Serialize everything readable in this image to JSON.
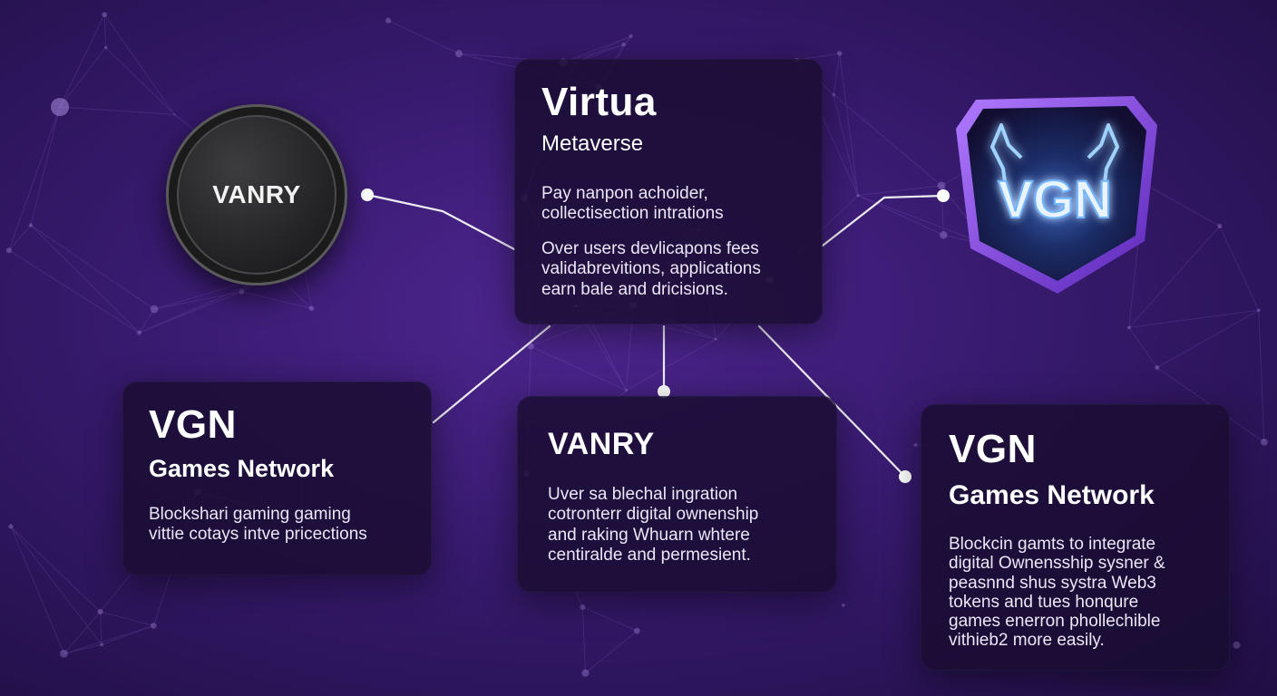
{
  "colors": {
    "background": "#371a6e",
    "card": "#180c30",
    "connector": "#ffffff",
    "shield_border": "#8a4ce0",
    "shield_glow": "#5aa8ff"
  },
  "token": {
    "label": "VANRY"
  },
  "shield": {
    "icon": "vgn-shield-logo",
    "glyph_text": "VGN"
  },
  "cards": {
    "virtua": {
      "title": "Virtua",
      "subtitle": "Metaverse",
      "para1": [
        "Pay nanpon achoider,",
        "collectisection intrations"
      ],
      "para2": [
        "Over users devlicapons fees",
        "validabrevitions, applications",
        "earn bale and dricisions."
      ]
    },
    "vgn_left": {
      "title": "VGN",
      "subtitle": "Games Network",
      "para1": [
        "Blockshari gaming gaming",
        "vittie cotays intve pricections"
      ]
    },
    "vanry": {
      "title": "VANRY",
      "para1": [
        "Uver sa blechal ingration",
        "cotronterr digital ownenship",
        "and raking Whuarn whtere",
        "centiralde and permesient."
      ]
    },
    "vgn_right": {
      "title": "VGN",
      "subtitle": "Games Network",
      "para1": [
        "Blockcin gamts to integrate",
        "digital Ownensship sysner &",
        "peasnnd shus systra Web3",
        "tokens and tues honqure",
        "games enerron phollechible",
        "vithieb2 more easily."
      ]
    }
  }
}
